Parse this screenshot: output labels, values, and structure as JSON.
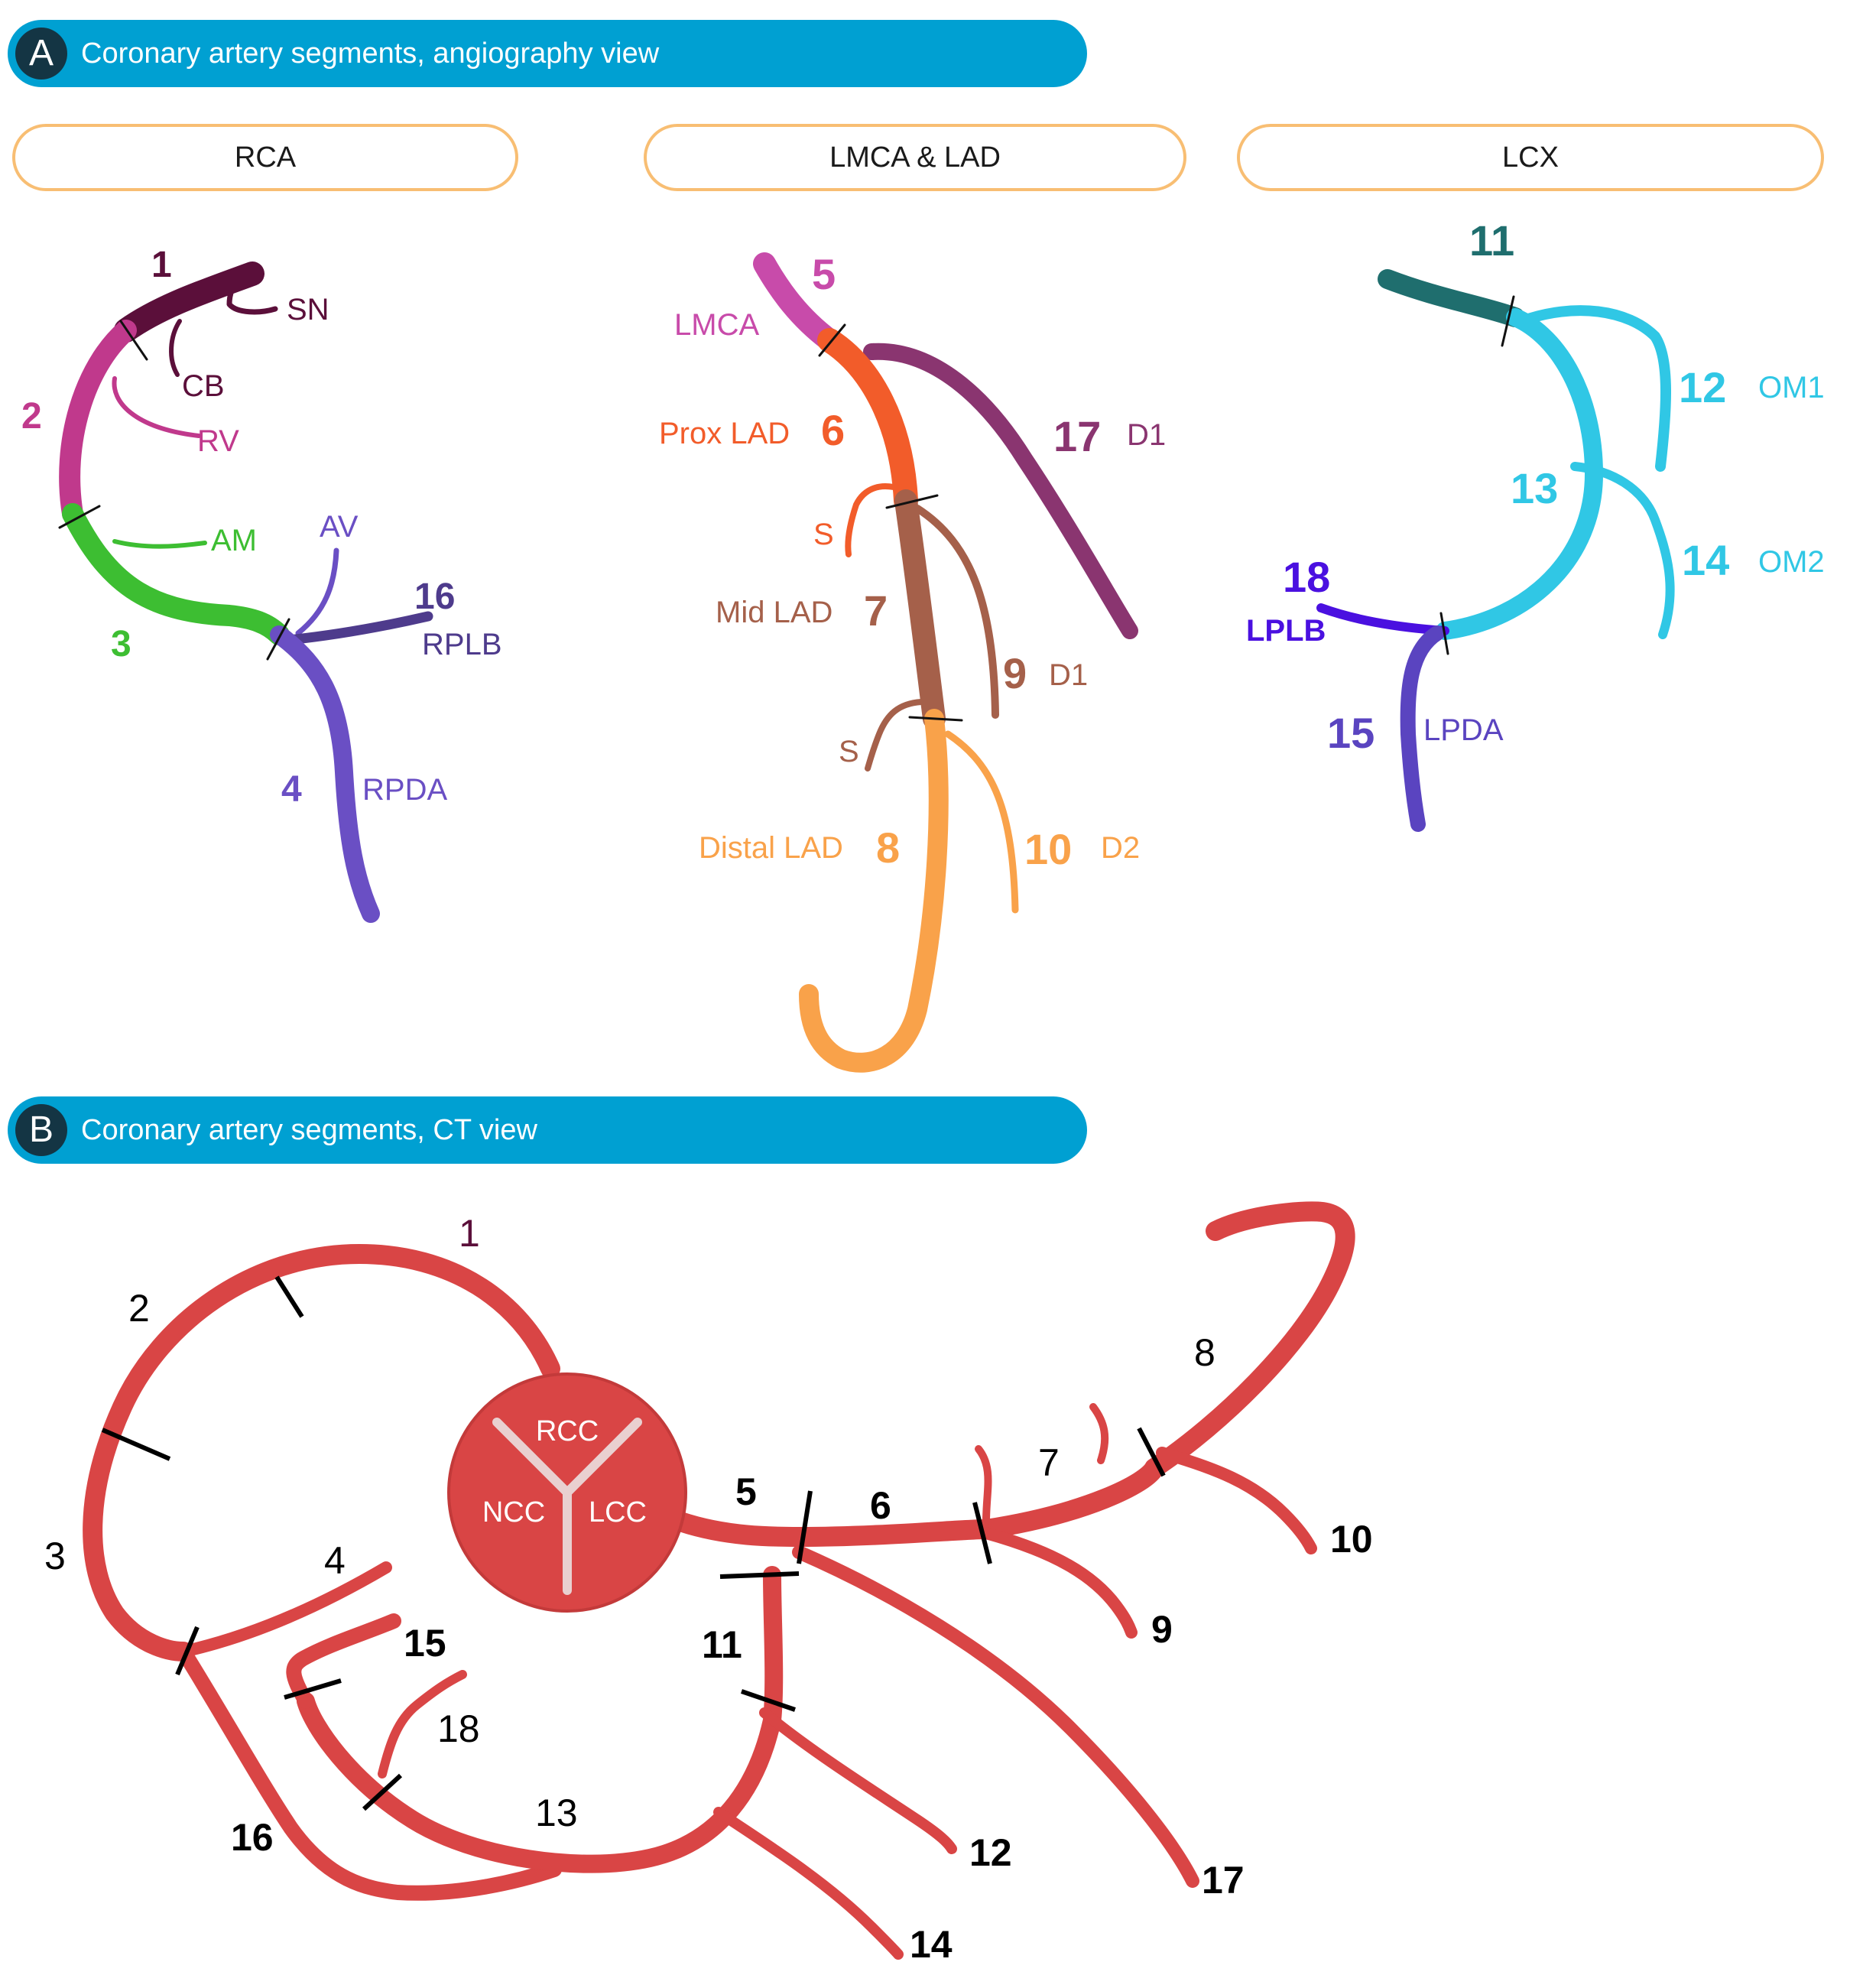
{
  "panel_a": {
    "letter": "A",
    "title": "Coronary artery segments, angiography view",
    "rca": {
      "header": "RCA",
      "labels": {
        "n1": "1",
        "sn": "SN",
        "cb": "CB",
        "n2": "2",
        "rv": "RV",
        "am": "AM",
        "av": "AV",
        "n16": "16",
        "rplb": "RPLB",
        "n3": "3",
        "n4": "4",
        "rpda": "RPDA"
      }
    },
    "lad": {
      "header": "LMCA & LAD",
      "labels": {
        "n5": "5",
        "lmca": "LMCA",
        "prox_lad": "Prox LAD",
        "n6": "6",
        "n17": "17",
        "d1a": "D1",
        "s1": "S",
        "mid_lad": "Mid LAD",
        "n7": "7",
        "n9": "9",
        "d1b": "D1",
        "s2": "S",
        "distal_lad": "Distal LAD",
        "n8": "8",
        "n10": "10",
        "d2": "D2"
      }
    },
    "lcx": {
      "header": "LCX",
      "labels": {
        "n11": "11",
        "n12": "12",
        "om1": "OM1",
        "n13": "13",
        "n14": "14",
        "om2": "OM2",
        "n18": "18",
        "lplb": "LPLB",
        "n15": "15",
        "lpda": "LPDA"
      }
    }
  },
  "panel_b": {
    "letter": "B",
    "title": "Coronary artery segments, CT view",
    "cusps": {
      "rcc": "RCC",
      "ncc": "NCC",
      "lcc": "LCC"
    },
    "labels": {
      "n1": "1",
      "n2": "2",
      "n3": "3",
      "n4": "4",
      "n5": "5",
      "n6": "6",
      "n7": "7",
      "n8": "8",
      "n9": "9",
      "n10": "10",
      "n11": "11",
      "n12": "12",
      "n13": "13",
      "n14": "14",
      "n15": "15",
      "n16": "16",
      "n17": "17",
      "n18": "18"
    }
  },
  "colors": {
    "banner": "#00A0D2",
    "banner_circle": "#143544",
    "pill_border": "#F8BE73",
    "seg1": "#5B0F3A",
    "seg2": "#C0398C",
    "seg3": "#3DBE32",
    "seg4": "#6A4FC4",
    "seg16": "#4E3B8C",
    "seg5": "#C84BAA",
    "seg6": "#F25C2A",
    "seg7": "#A5604A",
    "seg8": "#F9A24A",
    "seg17": "#8A3570",
    "seg11": "#1F6E6E",
    "seg13": "#30C7E5",
    "seg18": "#4A10E0",
    "seg15": "#5A44C0",
    "ct_artery": "#D94545"
  }
}
